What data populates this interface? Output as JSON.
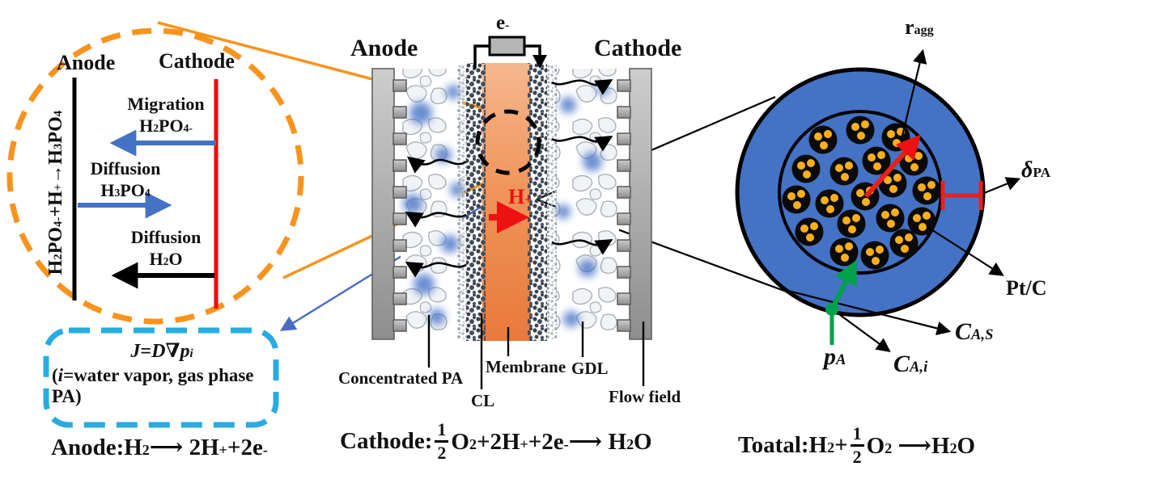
{
  "left_panel": {
    "anode": "Anode",
    "cathode": "Cathode",
    "wall_reaction": "H_{2}PO_{4}^{-}+H^{+}→H_{3}PO_{4}",
    "migration_label": "Migration",
    "migration_species": "H_{2}PO_{4}^{-}",
    "diffusion_pa_label": "Diffusion",
    "diffusion_pa_species": "H_{3}PO_{4}",
    "diffusion_water_label": "Diffusion",
    "diffusion_water_species": "H_{2}O"
  },
  "flux_box": {
    "equation": "*J*=*D*∇*p*_{*i*}",
    "note": "(*i*=water vapor, gas phase PA)"
  },
  "cell": {
    "anode": "Anode",
    "cathode": "Cathode",
    "electron": "e^{-}",
    "proton": "H^{+}",
    "labels": {
      "concentrated_pa": "Concentrated PA",
      "cl": "CL",
      "membrane": "Membrane",
      "gdl": "GDL",
      "flow_field": "Flow field"
    }
  },
  "agglomerate": {
    "r_agg": "r_{agg}",
    "delta_pa": "*δ*_{PA}",
    "pt_c": "Pt/C",
    "c_as": "*C*_{*A,S*}",
    "c_ai": "*C*_{*A,i*}",
    "p_a": "*p*_{*A*}"
  },
  "equations": {
    "anode": "Anode:H_{2}⟶ 2H^{+}+2e^{-}",
    "cathode_prefix": "Cathode:",
    "cathode_num": "1",
    "cathode_den": "2",
    "cathode_rest": "O_{2}+2H^{+}+2e^{-}⟶ H_{2}O",
    "total_prefix": "Toatal:H_{2}+",
    "total_num": "1",
    "total_den": "2",
    "total_rest": "O_{2} ⟶H_{2}O"
  },
  "colors": {
    "magnifier_orange": "#F7941E",
    "membrane_orange": "#EF9256",
    "arrow_blue": "#4472C4",
    "box_blue": "#29ABE2",
    "agglomerate_blue": "#4472C4",
    "highlight_red": "#EE1111",
    "marker_green": "#00A14B",
    "carbon_black": "#0a0a0a",
    "pt_dot_orange": "#FFAF1E"
  }
}
